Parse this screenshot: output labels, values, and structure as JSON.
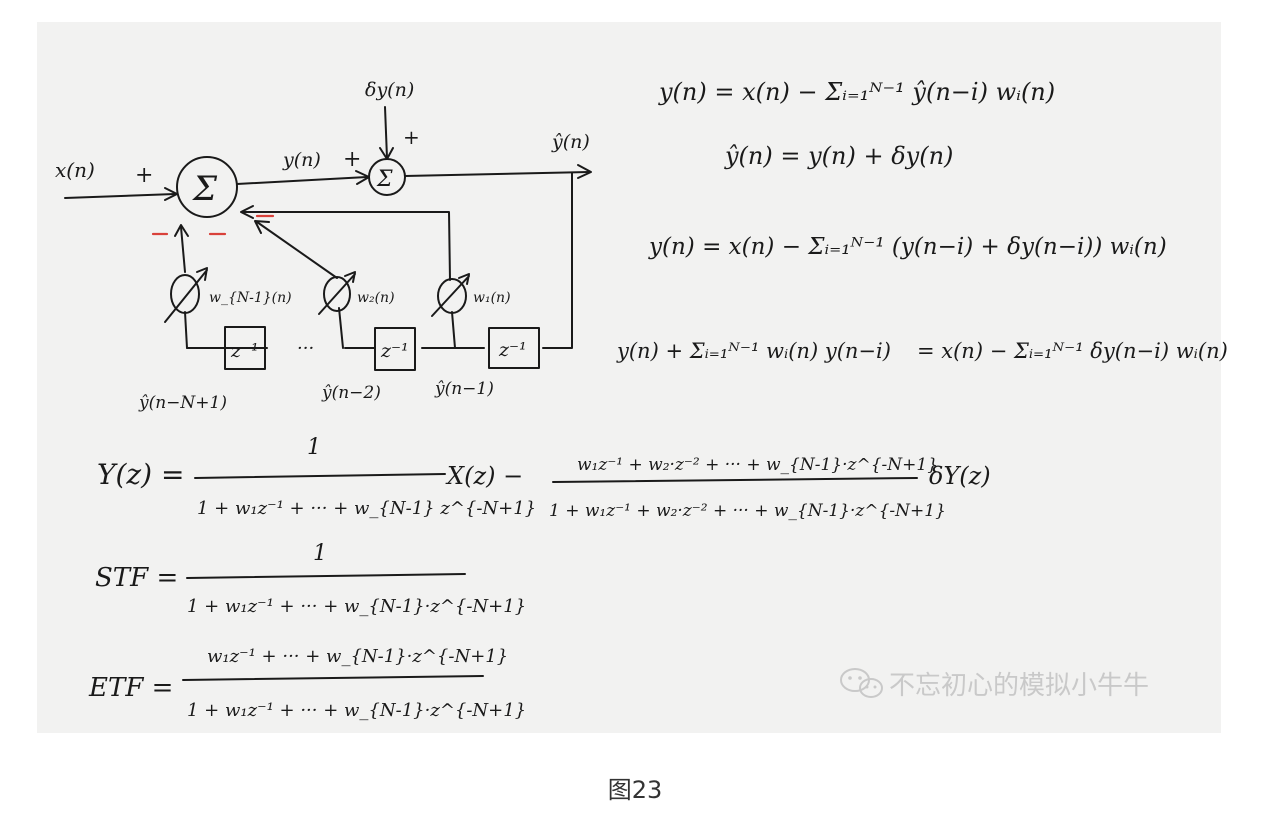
{
  "caption": "图23",
  "diagram": {
    "input": "x(n)",
    "sum_symbol": "Σ",
    "plus": "+",
    "minus": "−",
    "dither": "δy(n)",
    "y_label": "y(n)",
    "yhat_label": "ŷ(n)",
    "delay": "z⁻¹",
    "dots": "···",
    "weights": [
      "w_{N-1}(n)",
      "w₂(n)",
      "w₁(n)"
    ],
    "taps": [
      "ŷ(n−N+1)",
      "ŷ(n−2)",
      "ŷ(n−1)"
    ]
  },
  "equations": {
    "eq1": "y(n) = x(n) − Σᵢ₌₁ᴺ⁻¹ ŷ(n−i) wᵢ(n)",
    "eq2": "ŷ(n) = y(n) + δy(n)",
    "eq3": "y(n) = x(n) − Σᵢ₌₁ᴺ⁻¹ (y(n−i) + δy(n−i)) wᵢ(n)",
    "eq4_lhs": "y(n) + Σᵢ₌₁ᴺ⁻¹ wᵢ(n) y(n−i)",
    "eq4_rhs": "= x(n) − Σᵢ₌₁ᴺ⁻¹ δy(n−i) wᵢ(n)",
    "Y_lhs": "Y(z) =",
    "Y_num1": "1",
    "Y_den1": "1 + w₁z⁻¹ + ··· + w_{N-1} z^{-N+1}",
    "Y_mid": "X(z) −",
    "Y_num2": "w₁z⁻¹ + w₂·z⁻² + ··· + w_{N-1}·z^{-N+1}",
    "Y_den2": "1 + w₁z⁻¹ + w₂·z⁻² + ··· + w_{N-1}·z^{-N+1}",
    "Y_tail": "δY(z)",
    "STF_lhs": "STF =",
    "STF_num": "1",
    "STF_den": "1 + w₁z⁻¹ + ··· + w_{N-1}·z^{-N+1}",
    "ETF_lhs": "ETF =",
    "ETF_num": "w₁z⁻¹ + ··· + w_{N-1}·z^{-N+1}",
    "ETF_den": "1 + w₁z⁻¹ + ··· + w_{N-1}·z^{-N+1}"
  },
  "watermark": "不忘初心的模拟小牛牛",
  "colors": {
    "ink": "#1a1a1a",
    "minus_marks": "#d9413a",
    "paper": "#f2f2f1"
  }
}
